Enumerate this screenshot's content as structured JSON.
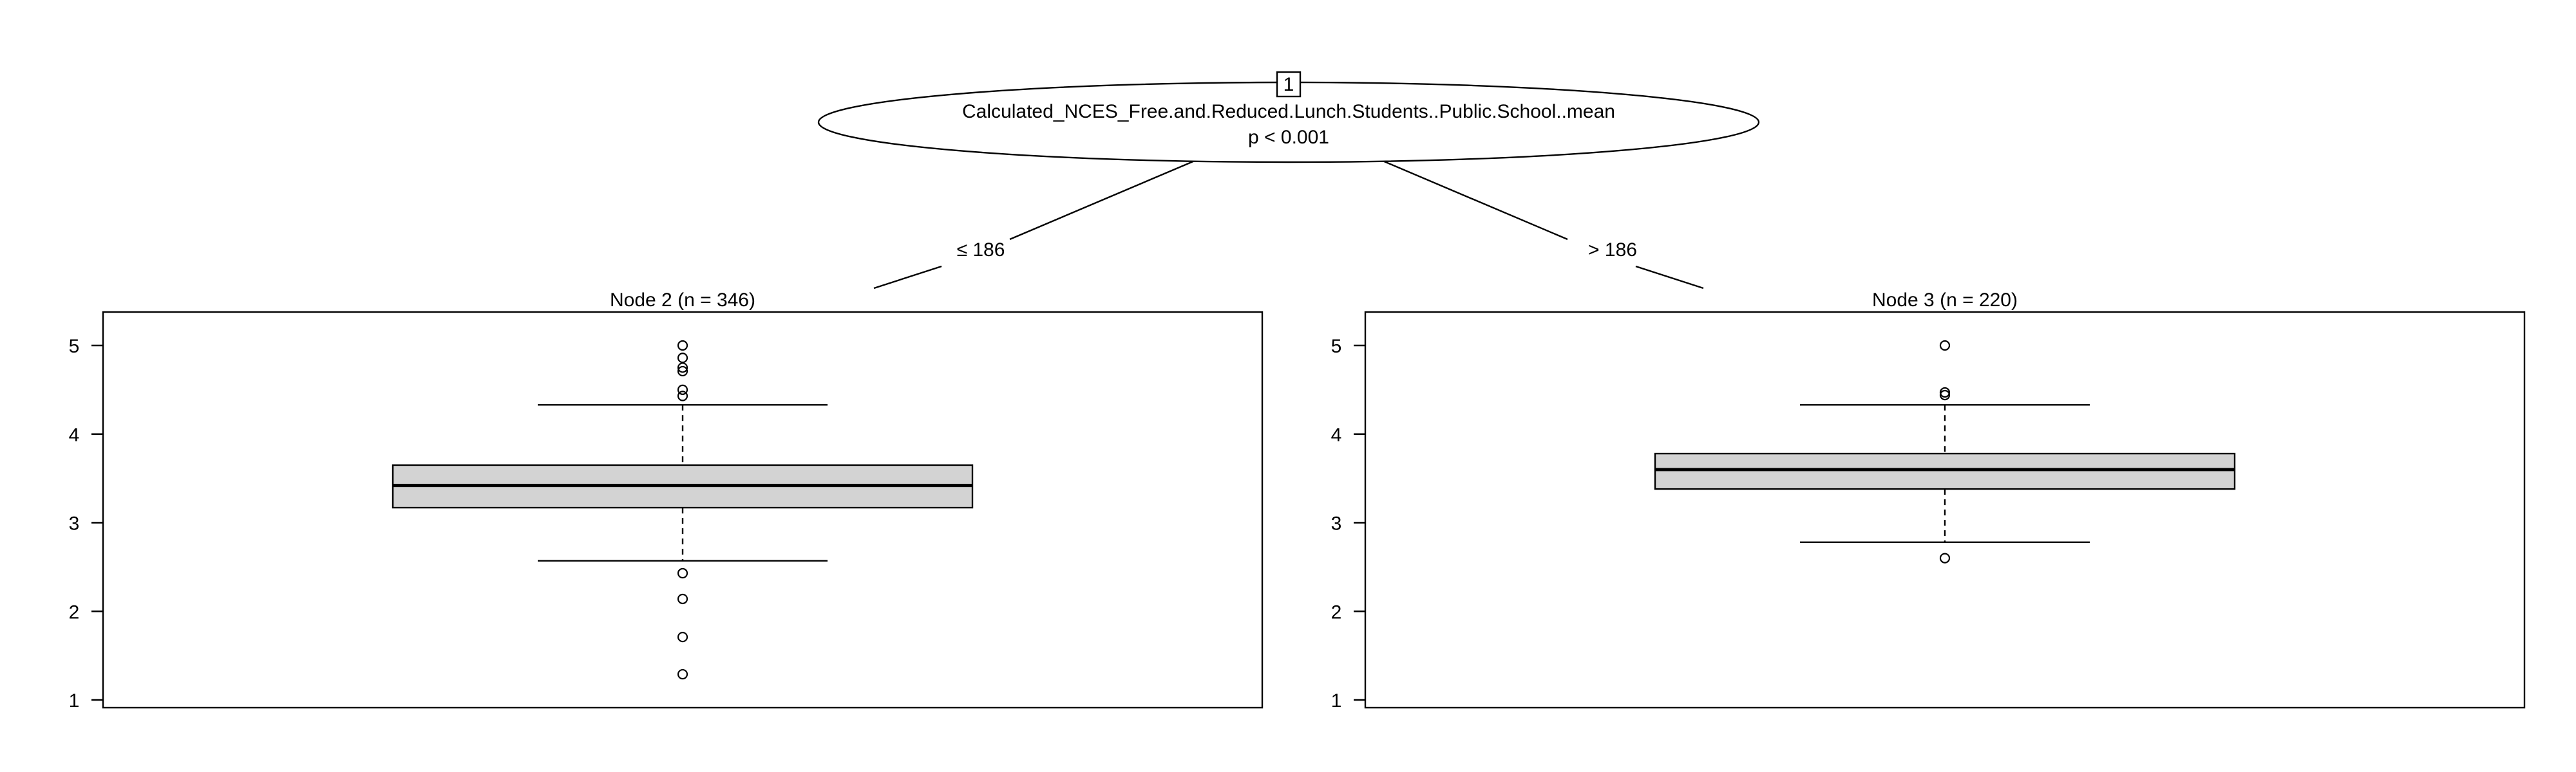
{
  "colors": {
    "box_fill": "#d3d3d3",
    "stroke": "#000000",
    "background": "#ffffff"
  },
  "tree": {
    "root": {
      "id": "1",
      "variable": "Calculated_NCES_Free.and.Reduced.Lunch.Students..Public.School..mean",
      "p_value": "p < 0.001"
    },
    "edges": [
      {
        "label": "≤ 186"
      },
      {
        "label": "> 186"
      }
    ]
  },
  "chart_data": [
    {
      "type": "boxplot",
      "title": "Node 2 (n = 346)",
      "ylim": [
        1,
        5
      ],
      "yticks": [
        "1",
        "2",
        "3",
        "4",
        "5"
      ],
      "whisker_low": 2.57,
      "q1": 3.17,
      "median": 3.42,
      "q3": 3.65,
      "whisker_high": 4.33,
      "outliers": [
        5.0,
        4.86,
        4.75,
        4.71,
        4.5,
        4.43,
        2.43,
        2.14,
        1.71,
        1.29
      ]
    },
    {
      "type": "boxplot",
      "title": "Node 3 (n = 220)",
      "ylim": [
        1,
        5
      ],
      "yticks": [
        "1",
        "2",
        "3",
        "4",
        "5"
      ],
      "whisker_low": 2.78,
      "q1": 3.38,
      "median": 3.6,
      "q3": 3.78,
      "whisker_high": 4.33,
      "outliers": [
        5.0,
        4.47,
        4.44,
        2.6
      ]
    }
  ]
}
